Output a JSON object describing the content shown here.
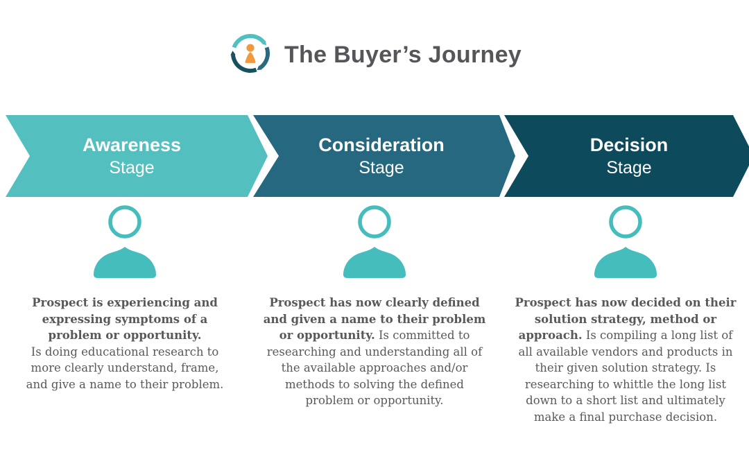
{
  "header": {
    "title": "The Buyer’s Journey"
  },
  "stages": [
    {
      "name": "Awareness",
      "label": "Stage",
      "arrow_color": "#53BFBF",
      "description_bold": "Prospect is experiencing and\nexpressing symptoms of a\nproblem or opportunity.",
      "description_rest": "\nIs doing educational research to\nmore clearly understand, frame,\nand give a name to their problem."
    },
    {
      "name": "Consideration",
      "label": "Stage",
      "arrow_color": "#26687F",
      "description_bold": "Prospect has now clearly defined\nand given a name to their problem\nor opportunity.",
      "description_rest": " Is committed to\nresearching and understanding all of\nthe available approaches and/or\nmethods to solving the defined\nproblem or opportunity."
    },
    {
      "name": "Decision",
      "label": "Stage",
      "arrow_color": "#0D4A5C",
      "description_bold": "Prospect has now decided on their\nsolution strategy, method or\napproach.",
      "description_rest": " Is compiling a long list of\nall available vendors and products in\ntheir given solution strategy. Is\nresearching to whittle the long list\ndown to a short list and ultimately\nmake a final purchase decision."
    }
  ],
  "icons": {
    "logo": "buyers-journey-cycle-icon",
    "stage_icon": "person-icon"
  },
  "colors": {
    "arrow_awareness": "#53BFBF",
    "arrow_consideration": "#26687F",
    "arrow_decision": "#0D4A5C",
    "person_teal": "#46BDBD",
    "logo_orange": "#F0993F",
    "logo_teal": "#4FBFBF",
    "logo_blue": "#2A6A80",
    "logo_navy": "#17505F",
    "title_gray": "#54565A",
    "body_text": "#58595B"
  }
}
